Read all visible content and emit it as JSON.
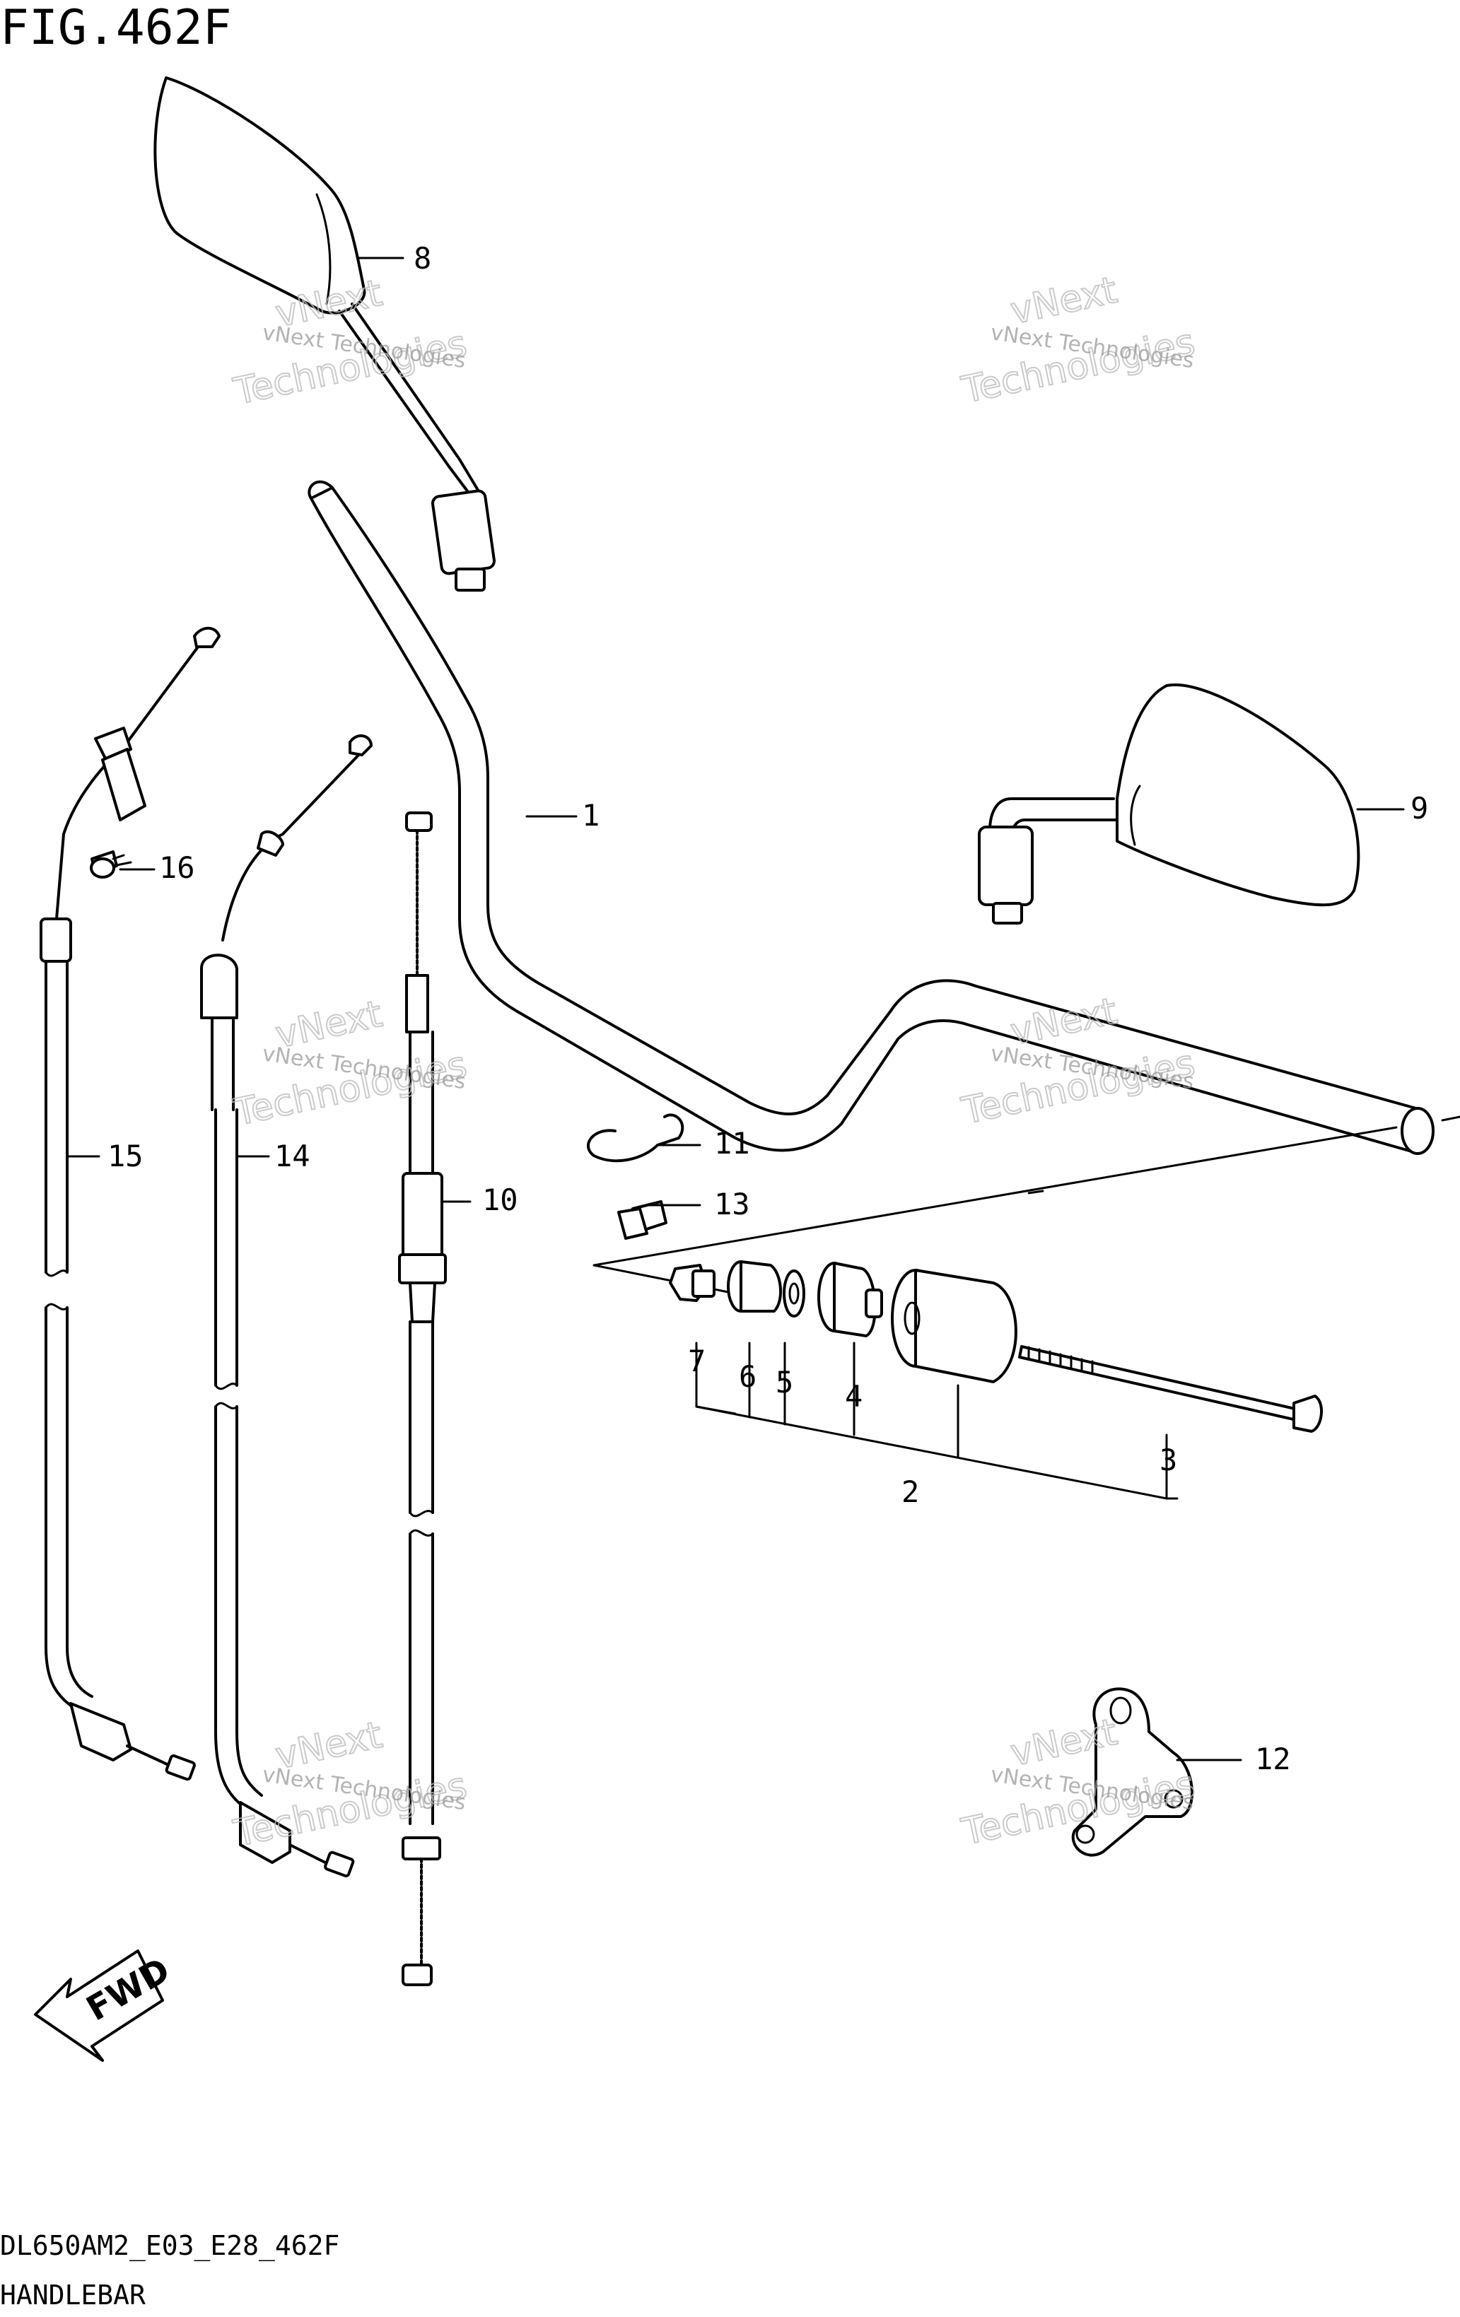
{
  "figure": {
    "title": "FIG.462F",
    "code": "DL650AM2_E03_E28_462F",
    "name": "HANDLEBAR"
  },
  "callouts": [
    "1",
    "2",
    "3",
    "4",
    "5",
    "6",
    "7",
    "8",
    "9",
    "10",
    "11",
    "12",
    "13",
    "14",
    "15",
    "16"
  ],
  "fwd_label": "FWD",
  "watermark": {
    "line1": "vNext Technologies",
    "line2": "vNext",
    "line3": "Technologies"
  }
}
